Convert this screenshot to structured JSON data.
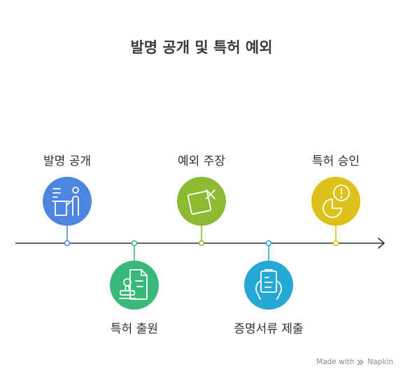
{
  "title": "발명 공개 및 특허 예외",
  "steps": [
    {
      "label": "발명 공개",
      "icon": "presenter-icon",
      "color": "#4d86e0"
    },
    {
      "label": "특허 출원",
      "icon": "stamp-document-icon",
      "color": "#38b97a"
    },
    {
      "label": "예외 주장",
      "icon": "rejected-card-icon",
      "color": "#8dba33"
    },
    {
      "label": "증명서류 제출",
      "icon": "document-hands-icon",
      "color": "#25a8d4"
    },
    {
      "label": "특허 승인",
      "icon": "pie-alert-icon",
      "color": "#dcc21a"
    }
  ],
  "credit": {
    "made_with": "Made with",
    "brand": "Napkin"
  }
}
